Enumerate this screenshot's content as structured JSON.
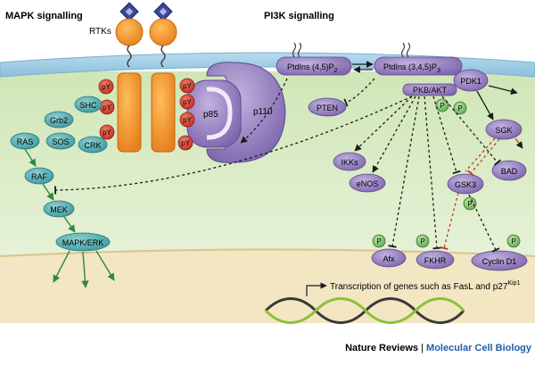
{
  "titles": {
    "left": "MAPK signalling",
    "right": "PI3K signalling"
  },
  "labels": {
    "rtks": "RTKs",
    "shc": "SHC",
    "grb2": "Grb2",
    "ras": "RAS",
    "sos": "SOS",
    "crk": "CRK",
    "raf": "RAF",
    "mek": "MEK",
    "mapk": "MAPK/ERK",
    "py": "pY",
    "p85": "p85",
    "p110": "p110",
    "pip2": "PtdIns (4,5)P",
    "pip2_sub": "2",
    "pip3": "PtdIns (3,4,5)P",
    "pip3_sub": "3",
    "pdk1": "PDK1",
    "pkb": "PKB/AKT",
    "pten": "PTEN",
    "p": "P",
    "sgk": "SGK",
    "bad": "BAD",
    "gsk3": "GSK3",
    "ikks": "IKKs",
    "enos": "eNOS",
    "afx": "Afx",
    "fkhr": "FKHR",
    "cyclin": "Cyclin D1",
    "transcription": "Transcription of genes such as FasL and p27",
    "transcription_sup": "Kip1"
  },
  "caption": {
    "journal": "Nature Reviews",
    "separator": " | ",
    "subject": "Molecular Cell Biology"
  },
  "colors": {
    "cytoplasm": "#dcebc4",
    "membrane": "#9cc8e0",
    "nucleus": "#f2e3bb",
    "receptor": "#f08a28",
    "receptor_head": "#2f3d8f",
    "mapk_node": "#5fb3b6",
    "pi3k_node": "#9c86c4",
    "py_circle": "#d23a2a",
    "p_circle": "#7fc26a",
    "arrow_green": "#2d8a3a",
    "inhibit_red": "#c0392b"
  }
}
